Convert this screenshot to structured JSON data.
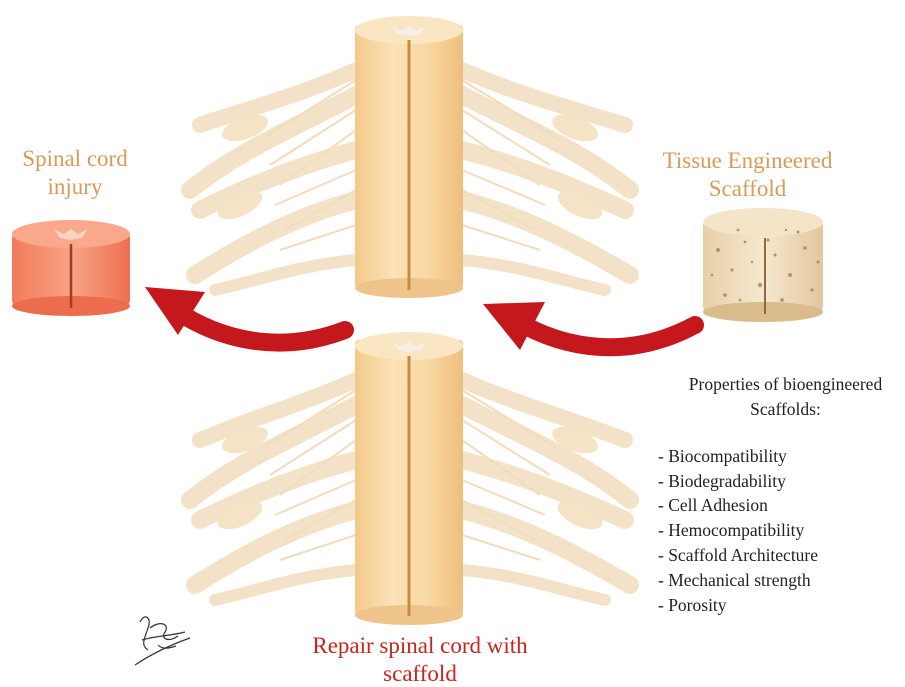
{
  "labels": {
    "injury": [
      "Spinal cord",
      "injury"
    ],
    "scaffold": [
      "Tissue Engineered",
      "Scaffold"
    ],
    "repair": [
      "Repair spinal cord with",
      "scaffold"
    ]
  },
  "properties": {
    "title": [
      "Properties of bioengineered",
      "Scaffolds:"
    ],
    "items": [
      "- Biocompatibility",
      "- Biodegradability",
      "- Cell Adhesion",
      "- Hemocompatibility",
      "- Scaffold Architecture",
      "- Mechanical strength",
      "- Porosity"
    ]
  },
  "colors": {
    "cord": "#f7d7a4",
    "nerve": "#f5e4cc",
    "injury": "#f48a68",
    "arrow": "#c4181c",
    "orange_text": "#d99a57",
    "red_text": "#c8241c"
  }
}
